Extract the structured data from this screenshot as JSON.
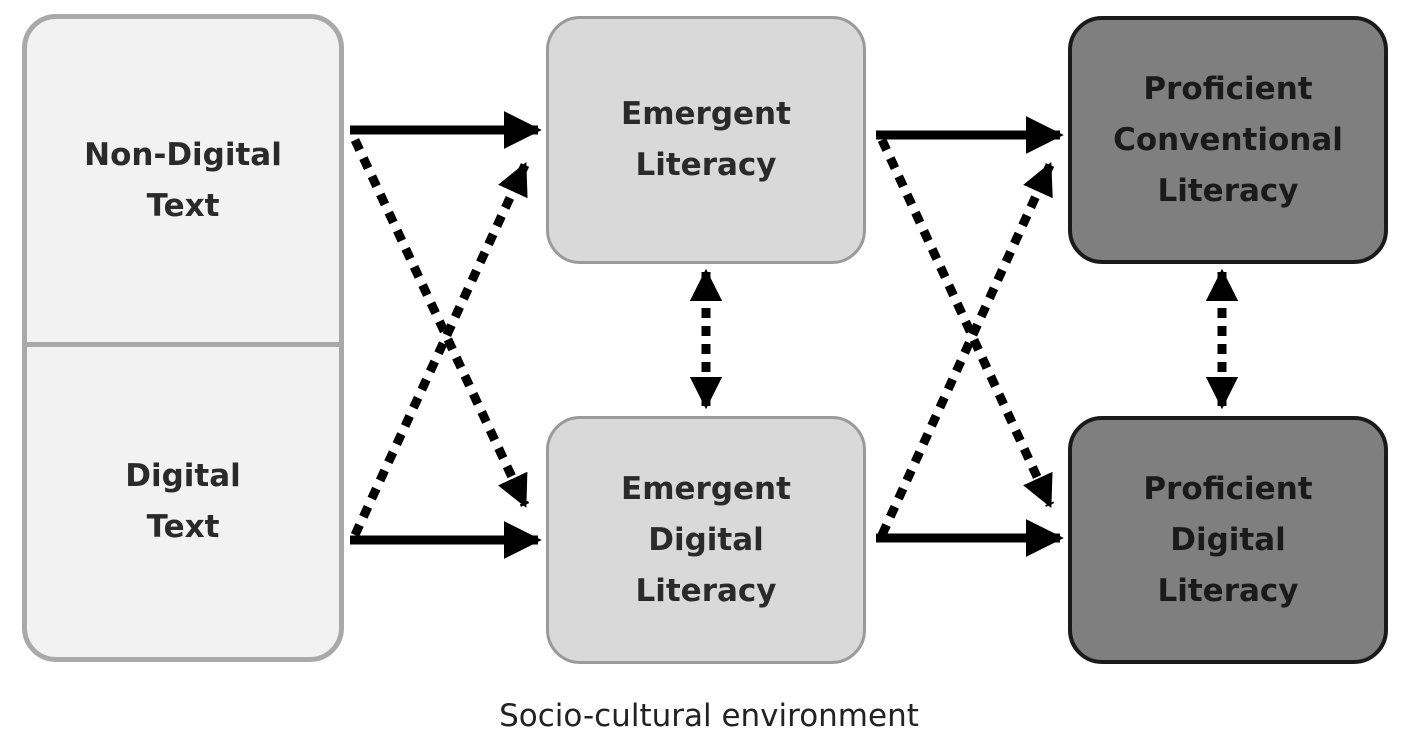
{
  "source_box": {
    "top_line1": "Non-Digital",
    "top_line2": "Text",
    "bottom_line1": "Digital",
    "bottom_line2": "Text"
  },
  "emergent_literacy": {
    "line1": "Emergent",
    "line2": "Literacy"
  },
  "emergent_digital_literacy": {
    "line1": "Emergent",
    "line2": "Digital",
    "line3": "Literacy"
  },
  "proficient_conventional_literacy": {
    "line1": "Proficient",
    "line2": "Conventional",
    "line3": "Literacy"
  },
  "proficient_digital_literacy": {
    "line1": "Proficient",
    "line2": "Digital",
    "line3": "Literacy"
  },
  "caption": "Socio-cultural environment",
  "colors": {
    "source_fill": "#f2f2f2",
    "emergent_fill": "#d9d9d9",
    "proficient_fill": "#7f7f7f",
    "arrow": "#000000"
  }
}
